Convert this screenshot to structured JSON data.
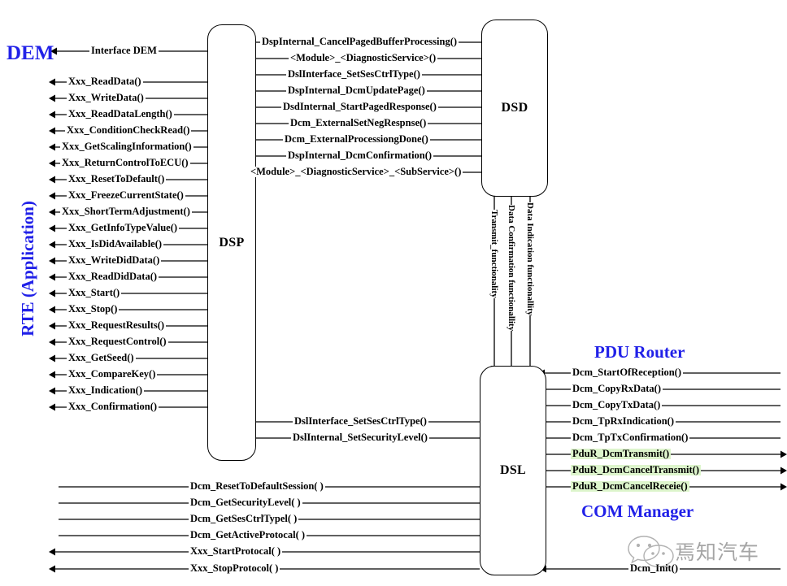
{
  "diagram": {
    "title": "AUTOSAR DCM module internal interface diagram",
    "accent_blue": "#2121e8",
    "highlight_green": "#ddf5cc"
  },
  "blocks": [
    {
      "id": "dsp",
      "label": "DSP"
    },
    {
      "id": "dsd",
      "label": "DSD"
    },
    {
      "id": "dsl",
      "label": "DSL"
    }
  ],
  "zones": {
    "dem": "DEM",
    "rte": "RTE (Application)",
    "pdu_router": "PDU Router",
    "com_manager": "COM Manager"
  },
  "rte_dsp_signals": [
    {
      "label": "Interface DEM",
      "dir": "left"
    },
    {
      "label": "Xxx_ReadData()",
      "dir": "left"
    },
    {
      "label": "Xxx_WriteData()",
      "dir": "left"
    },
    {
      "label": "Xxx_ReadDataLength()",
      "dir": "left"
    },
    {
      "label": "Xxx_ConditionCheckRead()",
      "dir": "left"
    },
    {
      "label": "Xxx_GetScalingInformation()",
      "dir": "left"
    },
    {
      "label": "Xxx_ReturnControlToECU()",
      "dir": "left"
    },
    {
      "label": "Xxx_ResetToDefault()",
      "dir": "left"
    },
    {
      "label": "Xxx_FreezeCurrentState()",
      "dir": "left"
    },
    {
      "label": "Xxx_ShortTermAdjustment()",
      "dir": "left"
    },
    {
      "label": "Xxx_GetInfoTypeValue()",
      "dir": "left"
    },
    {
      "label": "Xxx_IsDidAvailable()",
      "dir": "left"
    },
    {
      "label": "Xxx_WriteDidData()",
      "dir": "left"
    },
    {
      "label": "Xxx_ReadDidData()",
      "dir": "left"
    },
    {
      "label": "Xxx_Start()",
      "dir": "left"
    },
    {
      "label": "Xxx_Stop()",
      "dir": "left"
    },
    {
      "label": "Xxx_RequestResults()",
      "dir": "left"
    },
    {
      "label": "Xxx_RequestControl()",
      "dir": "left"
    },
    {
      "label": "Xxx_GetSeed()",
      "dir": "left"
    },
    {
      "label": "Xxx_CompareKey()",
      "dir": "left"
    },
    {
      "label": "Xxx_Indication()",
      "dir": "left"
    },
    {
      "label": "Xxx_Confirmation()",
      "dir": "left"
    }
  ],
  "dsp_dsd_signals": [
    {
      "label": "DspInternal_CancelPagedBufferProcessing()",
      "dir": "left"
    },
    {
      "label": "<Module>_<DiagnosticService>()",
      "dir": "left"
    },
    {
      "label": "DslInterface_SetSesCtrlType()",
      "dir": "right"
    },
    {
      "label": "DspInternal_DcmUpdatePage()",
      "dir": "left"
    },
    {
      "label": "DsdInternal_StartPagedResponse()",
      "dir": "right"
    },
    {
      "label": "Dcm_ExternalSetNegRespnse()",
      "dir": "right"
    },
    {
      "label": "Dcm_ExternalProcessiongDone()",
      "dir": "right"
    },
    {
      "label": "DspInternal_DcmConfirmation()",
      "dir": "left"
    },
    {
      "label": "<Module>_<DiagnosticService>_<SubService>()",
      "dir": "none"
    }
  ],
  "dsd_dsl_vertical": [
    {
      "label": "Transmit_functionality",
      "dir": "down"
    },
    {
      "label": "Data Confirmation functionallity",
      "dir": "up"
    },
    {
      "label": "Data Indication functionallity",
      "dir": "up"
    }
  ],
  "dsp_dsl_signals": [
    {
      "label": "DslInterface_SetSesCtrlType()",
      "dir": "right"
    },
    {
      "label": "DslInternal_SetSecurityLevel()",
      "dir": "right"
    }
  ],
  "pdur_dsl_signals": [
    {
      "label": "Dcm_StartOfReception()",
      "dir": "left",
      "highlight": false
    },
    {
      "label": "Dcm_CopyRxData()",
      "dir": "left",
      "highlight": false
    },
    {
      "label": "Dcm_CopyTxData()",
      "dir": "left",
      "highlight": false
    },
    {
      "label": "Dcm_TpRxIndication()",
      "dir": "left",
      "highlight": false
    },
    {
      "label": "Dcm_TpTxConfirmation()",
      "dir": "left",
      "highlight": false
    },
    {
      "label": "PduR_DcmTransmit()",
      "dir": "right",
      "highlight": true
    },
    {
      "label": "PduR_DcmCancelTransmit()",
      "dir": "right",
      "highlight": true
    },
    {
      "label": "PduR_DcmCancelReceie()",
      "dir": "right",
      "highlight": true
    }
  ],
  "bottom_signals": [
    {
      "label": "Dcm_ResetToDefaultSession( )",
      "dir": "right"
    },
    {
      "label": "Dcm_GetSecurityLevel( )",
      "dir": "right"
    },
    {
      "label": "Dcm_GetSesCtrlTypel( )",
      "dir": "right"
    },
    {
      "label": "Dcm_GetActiveProtocal( )",
      "dir": "right"
    },
    {
      "label": "Xxx_StartProtocal( )",
      "dir": "left"
    },
    {
      "label": "Xxx_StopProtocol( )",
      "dir": "left"
    }
  ],
  "com_manager_signals": [
    {
      "label": "Dcm_Init()",
      "dir": "left"
    }
  ],
  "watermark": {
    "text": "焉知汽车",
    "icon": "wechat-logo-icon"
  }
}
